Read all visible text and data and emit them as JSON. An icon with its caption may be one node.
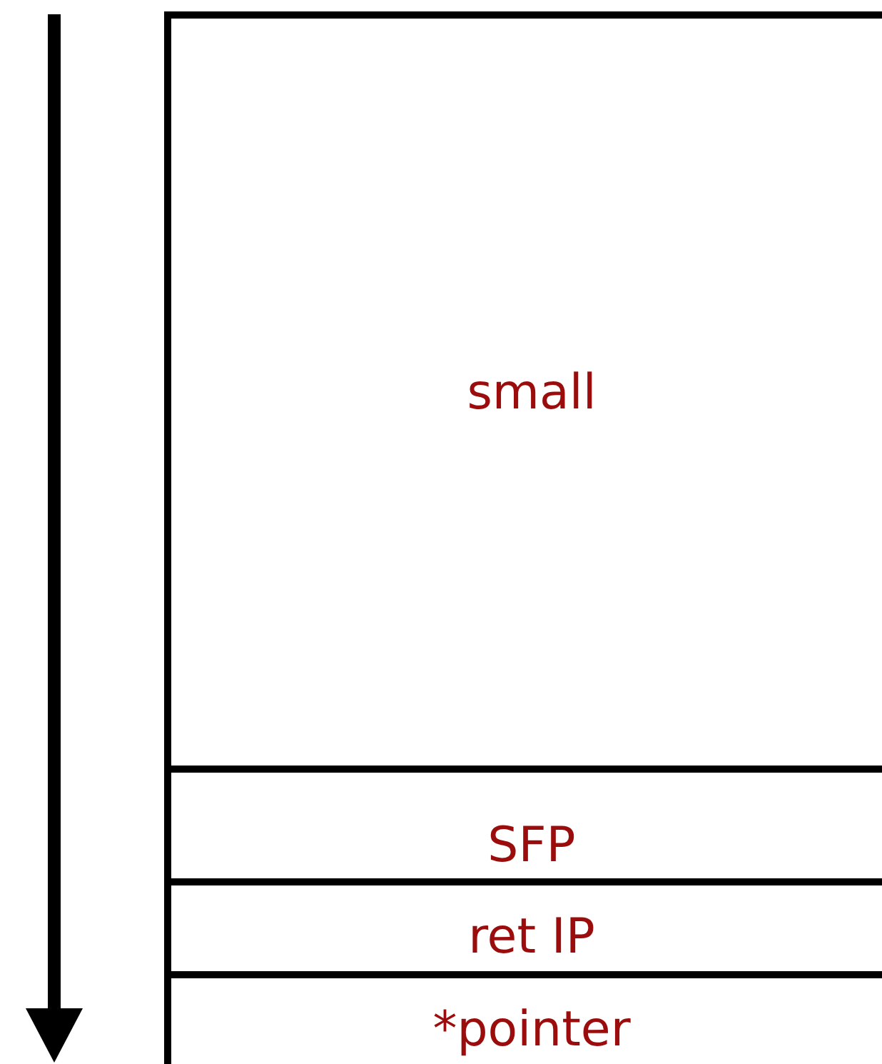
{
  "diagram": {
    "nodes": [
      {
        "text": [
          "small"
        ]
      },
      {
        "text": [
          "SFP"
        ]
      },
      {
        "text": [
          "ret IP"
        ]
      },
      {
        "text": [
          "*pointer"
        ]
      }
    ]
  }
}
